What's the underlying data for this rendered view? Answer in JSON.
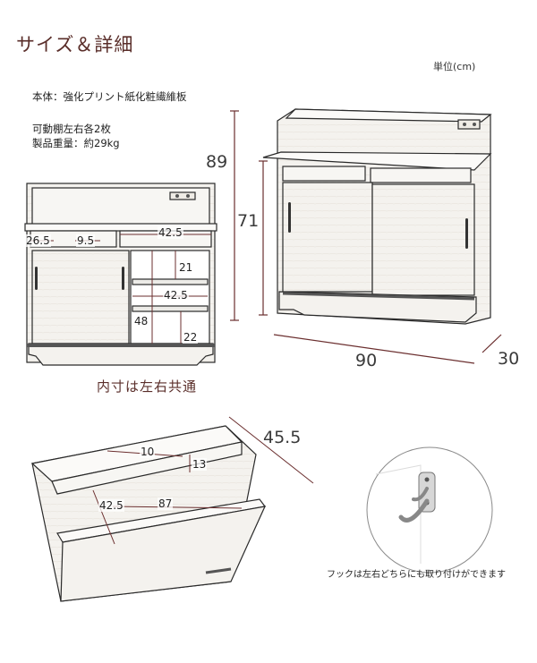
{
  "title": "サイズ＆詳細",
  "unit_label": "単位(cm)",
  "specs": {
    "material": "本体：強化プリント紙化粧繊維板",
    "shelves": "可動棚左右各2枚",
    "weight": "製品重量：約29kg"
  },
  "front_view": {
    "dims": {
      "d26_5": "26.5",
      "d9_5": "9.5",
      "d42_5_top": "42.5",
      "d21": "21",
      "d42_5_mid": "42.5",
      "d48": "48",
      "d22": "22"
    },
    "caption": "内寸は左右共通"
  },
  "perspective_view": {
    "height_total": "89",
    "height_counter": "71",
    "width": "90",
    "depth": "30"
  },
  "shelf_view": {
    "depth": "45.5",
    "d10": "10",
    "d13": "13",
    "d42_5": "42.5",
    "d87": "87"
  },
  "hook_caption": "フックは左右どちらにも取り付けができます",
  "colors": {
    "accent": "#5a2e2a",
    "dim_line": "#6b2f2f",
    "furniture_fill": "#f4f2ee",
    "outline": "#2a2a2a"
  }
}
